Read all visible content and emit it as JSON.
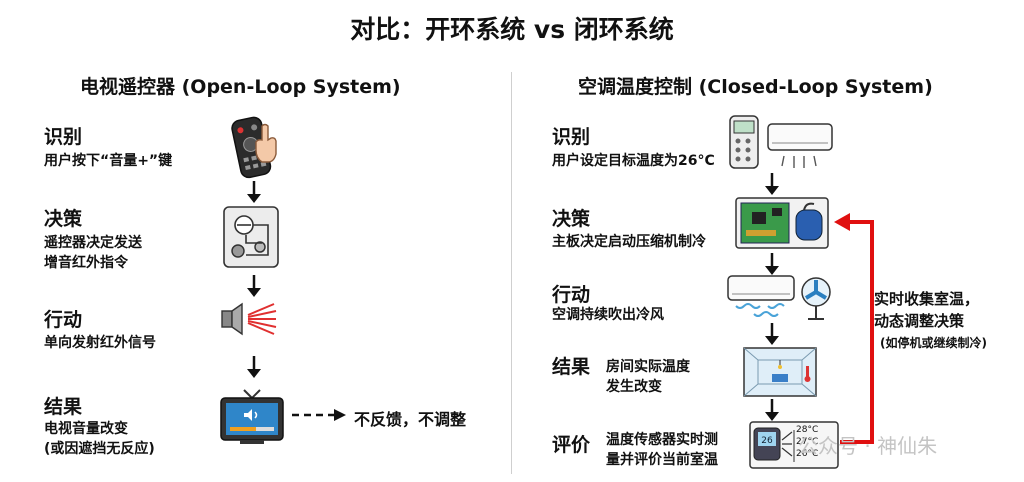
{
  "title": "对比：开环系统 vs 闭环系统",
  "open_loop": {
    "title": "电视遥控器 (Open-Loop System)",
    "steps": [
      {
        "head": "识别",
        "desc": [
          "用户按下“音量+”键"
        ]
      },
      {
        "head": "决策",
        "desc": [
          "遥控器决定发送",
          "增音红外指令"
        ]
      },
      {
        "head": "行动",
        "desc": [
          "单向发射红外信号"
        ]
      },
      {
        "head": "结果",
        "desc": [
          "电视音量改变",
          "(或因遮挡无反应)"
        ]
      }
    ],
    "no_feedback": "不反馈，不调整"
  },
  "closed_loop": {
    "title": "空调温度控制 (Closed-Loop System)",
    "steps": [
      {
        "head": "识别",
        "desc": [
          "用户设定目标温度为26°C"
        ]
      },
      {
        "head": "决策",
        "desc": [
          "主板决定启动压缩机制冷"
        ]
      },
      {
        "head": "行动",
        "desc": [
          "空调持续吹出冷风"
        ]
      },
      {
        "head": "结果",
        "desc": [
          "房间实际温度",
          "发生改变"
        ]
      },
      {
        "head": "评价",
        "desc": [
          "温度传感器实时测",
          "量并评价当前室温"
        ]
      }
    ],
    "feedback": [
      "实时收集室温，",
      "动态调整决策",
      "(如停机或继续制冷)"
    ],
    "temps": [
      "28°C",
      "27°C",
      "26°C"
    ]
  },
  "watermark": "公众号 · 神仙朱",
  "colors": {
    "feedback": "#e01010",
    "accent": "#1565c0"
  }
}
